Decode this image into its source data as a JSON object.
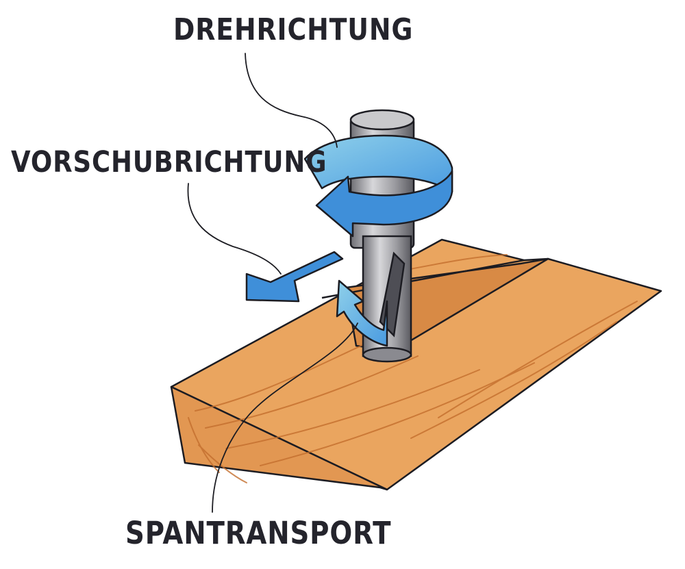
{
  "labels": {
    "rotation_direction": "DREHRICHTUNG",
    "feed_direction": "VORSCHUBRICHTUNG",
    "chip_transport": "SPANTRANSPORT"
  },
  "colors": {
    "wood": "#e8a35c",
    "wood_shade": "#d78a45",
    "wood_grain": "#c46f2e",
    "arrow_blue": "#3f8fd9",
    "arrow_light": "#8fd0ea",
    "tool_steel": "#9a9a9e",
    "outline": "#1c1c22"
  }
}
